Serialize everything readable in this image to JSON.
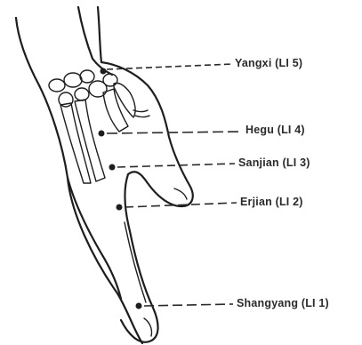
{
  "points": [
    {
      "id": "yangxi",
      "label": "Yangxi (LI 5)"
    },
    {
      "id": "hegu",
      "label": "Hegu (LI 4)"
    },
    {
      "id": "sanjian",
      "label": "Sanjian (LI 3)"
    },
    {
      "id": "erjian",
      "label": "Erjian (LI 2)"
    },
    {
      "id": "shangyang",
      "label": "Shangyang (LI 1)"
    }
  ],
  "colors": {
    "ink": "#1e1e1e",
    "background": "#ffffff"
  }
}
